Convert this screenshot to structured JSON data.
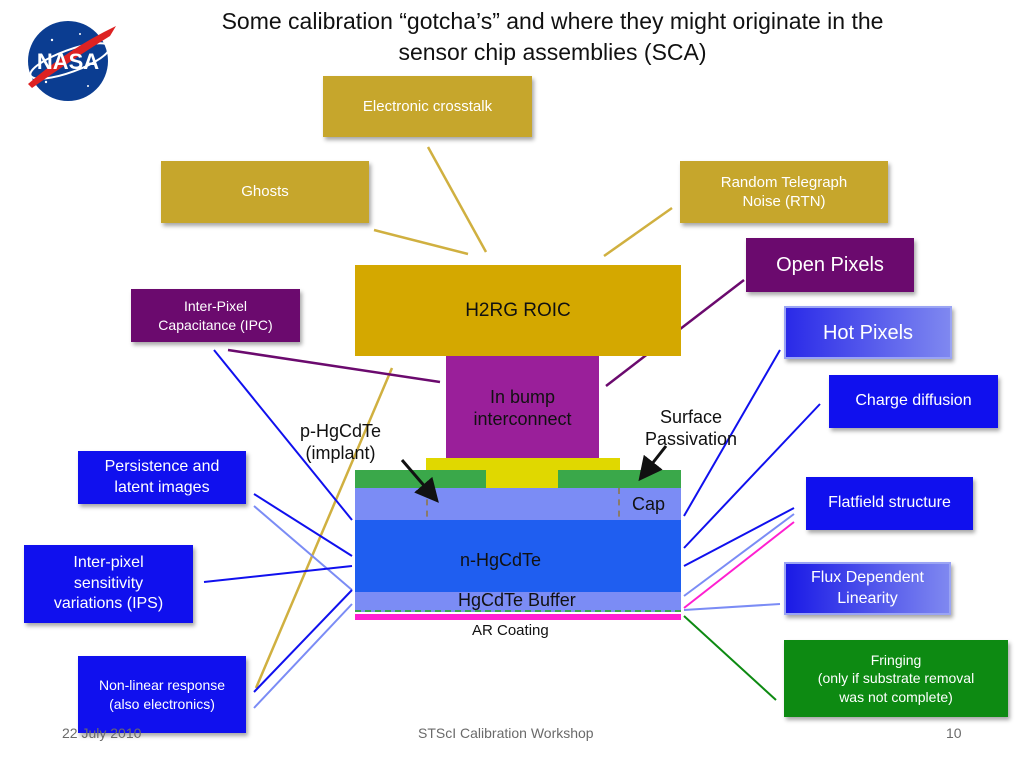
{
  "slide": {
    "title_line1": "Some calibration “gotcha’s” and where they might originate in the",
    "title_line2": "sensor chip assemblies (SCA)",
    "logo_text": "NASA"
  },
  "callouts": {
    "electronic_crosstalk": "Electronic crosstalk",
    "ghosts": "Ghosts",
    "rtn_line1": "Random Telegraph",
    "rtn_line2": "Noise (RTN)",
    "open_pixels": "Open Pixels",
    "hot_pixels": "Hot Pixels",
    "ipc_line1": "Inter-Pixel",
    "ipc_line2": "Capacitance (IPC)",
    "charge_diffusion": "Charge diffusion",
    "flatfield": "Flatfield structure",
    "flux_line1": "Flux Dependent",
    "flux_line2": "Linearity",
    "fringing_line1": "Fringing",
    "fringing_line2": "(only if substrate removal",
    "fringing_line3": "was not complete)",
    "persistence_line1": "Persistence and",
    "persistence_line2": "latent images",
    "ips_line1": "Inter-pixel",
    "ips_line2": "sensitivity",
    "ips_line3": "variations (IPS)",
    "nonlinear_line1": "Non-linear response",
    "nonlinear_line2": "(also electronics)"
  },
  "diagram": {
    "roic": "H2RG ROIC",
    "bump_line1": "In bump",
    "bump_line2": "interconnect",
    "implant_line1": "p-HgCdTe",
    "implant_line2": "(implant)",
    "passivation_line1": "Surface",
    "passivation_line2": "Passivation",
    "cap": "Cap",
    "n_layer": "n-HgCdTe",
    "buffer": "HgCdTe Buffer",
    "ar": "AR Coating"
  },
  "footer": {
    "date": "22 July 2010",
    "event": "STScI Calibration Workshop",
    "page": "10"
  },
  "colors": {
    "gold": "#c6a62c",
    "roic": "#d4a800",
    "bump": "#9a1f9a",
    "purple": "#6b0a6e",
    "blue": "#1010ee",
    "green": "#0d8a12",
    "cap": "#7b8cf5",
    "n_layer": "#1f5ef0",
    "ar": "#ff1fd0"
  }
}
